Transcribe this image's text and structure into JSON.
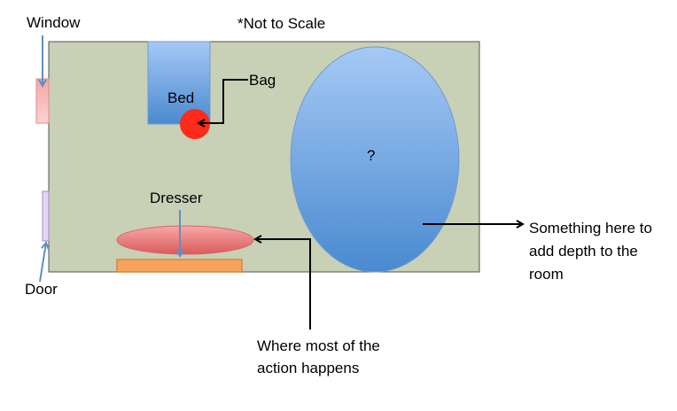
{
  "title_note": "*Not to Scale",
  "labels": {
    "window": "Window",
    "door": "Door",
    "bed": "Bed",
    "bag": "Bag",
    "dresser": "Dresser",
    "unknown": "?"
  },
  "annotations": {
    "action": [
      "Where most of the",
      "action happens"
    ],
    "depth": [
      "Something here to",
      "add depth to the",
      "room"
    ]
  },
  "colors": {
    "room": "#c8d0b6",
    "bed": "#5b9bd5",
    "bag": "#ff2a1a",
    "dresser": "#e86a6a",
    "dresser_base": "#f7a35c",
    "window": "#f7b7b7",
    "door": "#e0d0ee",
    "blob": "#5b9bd5"
  }
}
